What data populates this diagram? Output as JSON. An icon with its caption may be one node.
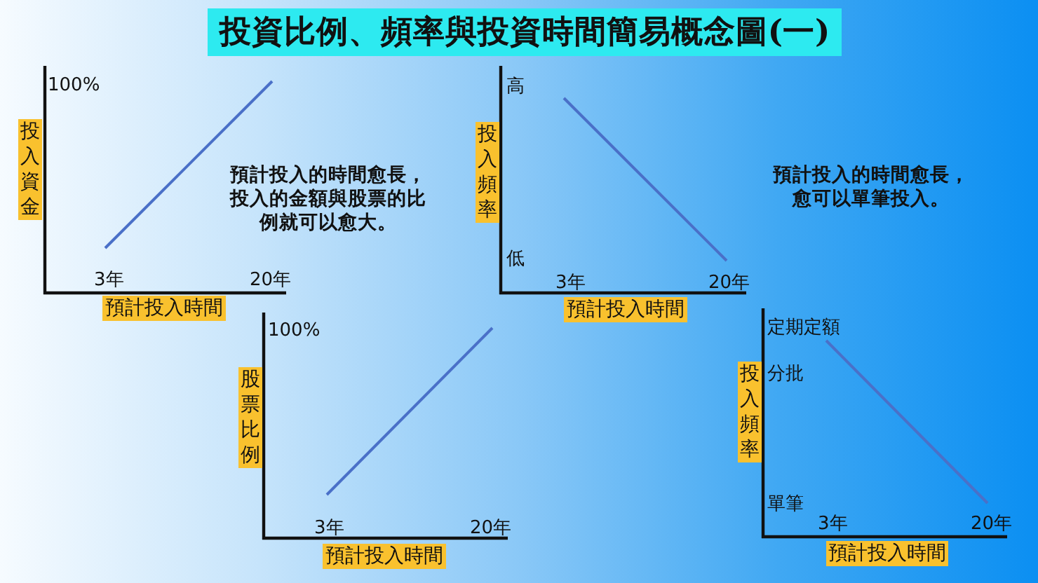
{
  "diagram": {
    "title": "投資比例、頻率與投資時間簡易概念圖(一)",
    "nodes": [
      {
        "text": [
          "投入資金"
        ]
      },
      {
        "text": [
          "預計投入時間"
        ]
      },
      {
        "text": [
          "投入頻率"
        ]
      },
      {
        "text": [
          "預計投入時間"
        ]
      },
      {
        "text": [
          "股票比例"
        ]
      },
      {
        "text": [
          "預計投入時間"
        ]
      },
      {
        "text": [
          "投入頻率"
        ]
      },
      {
        "text": [
          "預計投入時間"
        ]
      }
    ],
    "labels": [
      "100%",
      "3年",
      "20年",
      "預計投入的時間愈長，投入的金額與股票的比例就可以愈大。",
      "高",
      "低",
      "3年",
      "20年",
      "預計投入的時間愈長，愈可以單筆投入。",
      "100%",
      "3年",
      "20年",
      "定期定額",
      "分批",
      "單筆",
      "3年",
      "20年"
    ]
  }
}
